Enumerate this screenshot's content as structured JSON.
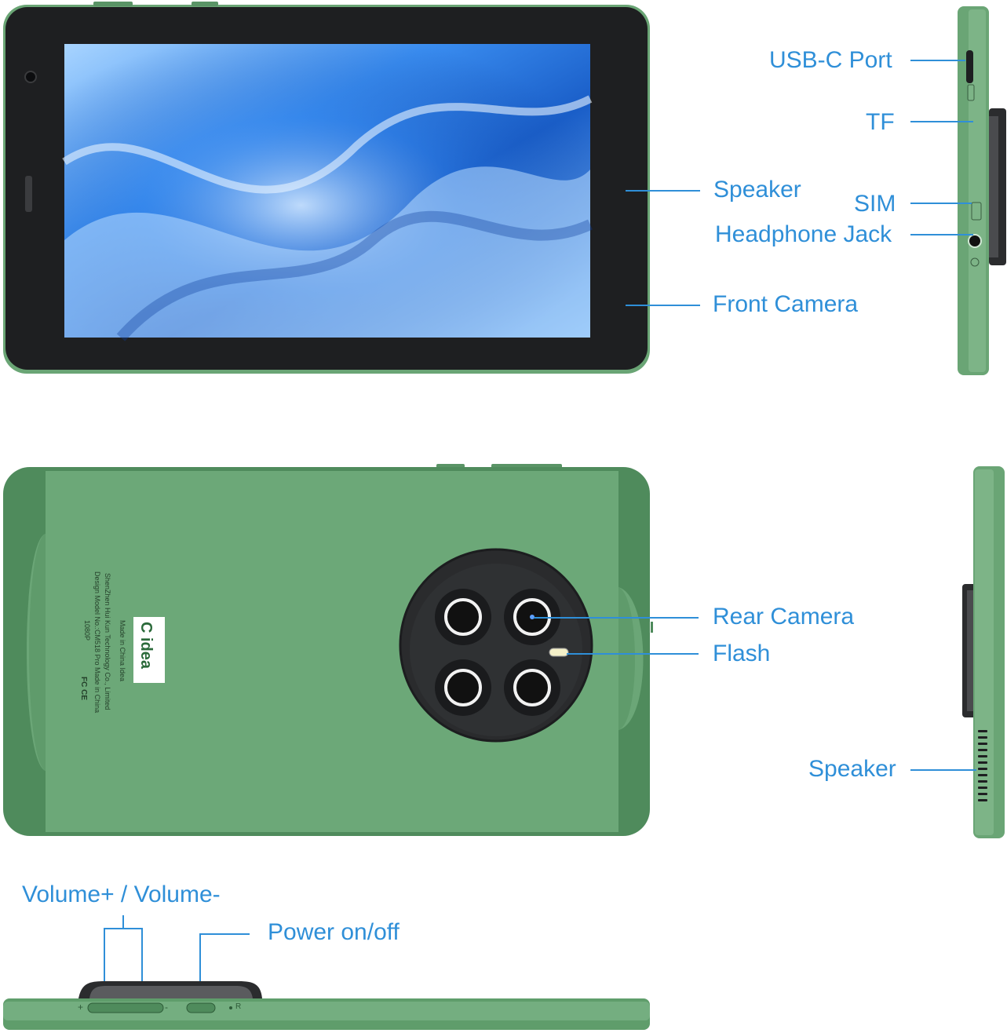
{
  "labels": {
    "usb_c_port": "USB-C Port",
    "tf": "TF",
    "speaker_front": "Speaker",
    "sim": "SIM",
    "headphone_jack": "Headphone Jack",
    "front_camera": "Front Camera",
    "rear_camera": "Rear Camera",
    "flash": "Flash",
    "speaker_side": "Speaker",
    "volume": "Volume+ / Volume-",
    "power": "Power on/off"
  },
  "back_print": {
    "brand": "C idea",
    "made_in": "Made in China Idea",
    "manufacturer": "ShenZhen Hui Kun Technology Co., Limited",
    "model": "Design Model No.:CM518 Pro Made in China",
    "cert": "1080P",
    "fc": "FC CE"
  },
  "button_marks": {
    "plus": "+",
    "minus": "-",
    "reset": "R"
  },
  "colors": {
    "label_blue": "#2f8fd8",
    "body_green": "#6da87a",
    "dark_green": "#4f8b5c",
    "bezel": "#1f2022",
    "camera_module": "#2a2b2d"
  }
}
